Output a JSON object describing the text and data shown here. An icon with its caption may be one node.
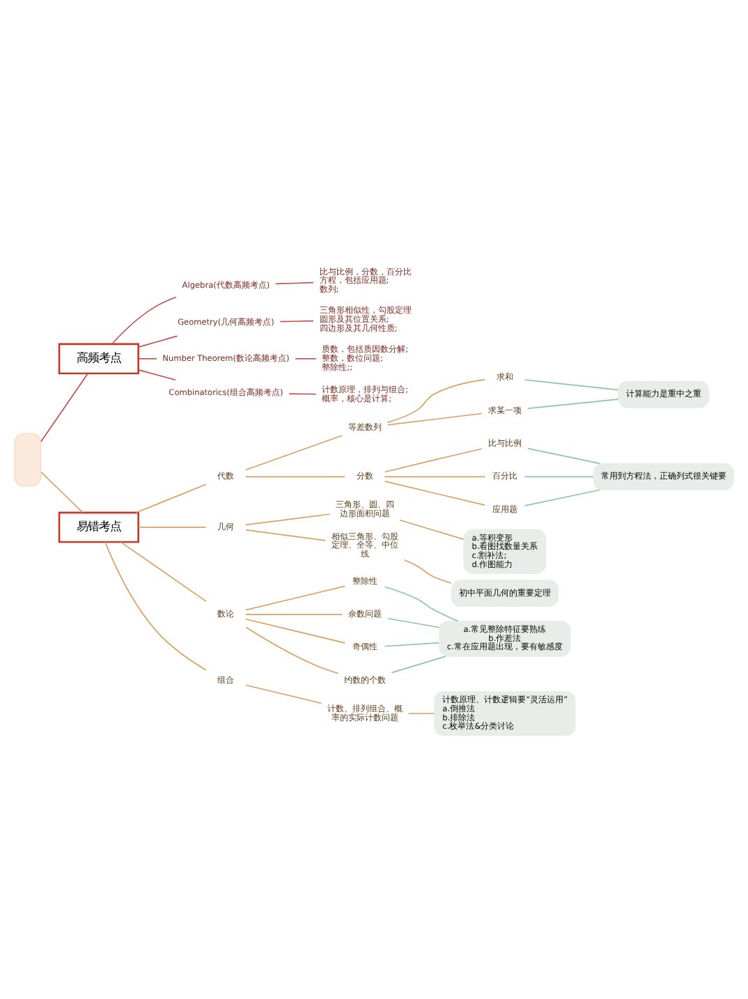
{
  "diagram": {
    "nodes": [
      {
        "text": [],
        "shape": "box"
      },
      {
        "text": [
          "高频考点"
        ]
      },
      {
        "text": [
          "Algebra(代数高频考点)"
        ]
      },
      {
        "text": [
          "比与比例，分数，百分比",
          "方程，包括应用题;",
          "数列;"
        ]
      },
      {
        "text": [
          "Geometry(几何高频考点)"
        ]
      },
      {
        "text": [
          "三角形相似性，勾股定理",
          "圆形及其位置关系;",
          "四边形及其几何性质;"
        ]
      },
      {
        "text": [
          "Number Theorem(数论高频考点)"
        ]
      },
      {
        "text": [
          "质数，包括质因数分解;",
          "整数，数位问题;",
          "整除性;;"
        ]
      },
      {
        "text": [
          "Combinatorics(组合高频考点)"
        ]
      },
      {
        "text": [
          "计数原理，排列与组合;",
          "概率，核心是计算;"
        ]
      },
      {
        "text": [
          "易错考点"
        ]
      },
      {
        "text": [
          "代数"
        ]
      },
      {
        "text": [
          "等差数列"
        ]
      },
      {
        "text": [
          "求和"
        ]
      },
      {
        "text": [
          "求某一项"
        ]
      },
      {
        "text": [
          "计算能力是重中之重"
        ]
      },
      {
        "text": [
          "分数"
        ]
      },
      {
        "text": [
          "比与比例"
        ]
      },
      {
        "text": [
          "百分比"
        ]
      },
      {
        "text": [
          "应用题"
        ]
      },
      {
        "text": [
          "常用到方程法，正确列式很关键要"
        ]
      },
      {
        "text": [
          "几何"
        ]
      },
      {
        "text": [
          "三角形、圆、四边形面积问题"
        ]
      },
      {
        "text": [
          "a.等积变形",
          "b.看图找数量关系",
          "c.割补法;",
          "d.作图能力"
        ]
      },
      {
        "text": [
          "相似三角形、勾股定理、全等、中位线"
        ]
      },
      {
        "text": [
          "初中平面几何的重要定理"
        ]
      },
      {
        "text": [
          "数论"
        ]
      },
      {
        "text": [
          "整除性"
        ]
      },
      {
        "text": [
          "余数问题"
        ]
      },
      {
        "text": [
          "奇偶性"
        ]
      },
      {
        "text": [
          "约数的个数"
        ]
      },
      {
        "text": [
          "a.常见整除特征要熟练",
          "b.作差法",
          "c.常在应用题出现，要有敏感度"
        ]
      },
      {
        "text": [
          "组合"
        ]
      },
      {
        "text": [
          "计数、排列组合、概率的实际计数问题"
        ]
      },
      {
        "text": [
          "计数原理、计数逻辑要“灵活运用”",
          "a.倒推法",
          "b.排除法",
          "c.枚举法&分类讨论"
        ]
      }
    ],
    "edges": [
      {
        "from": 0,
        "to": 1,
        "arrow": "none",
        "color": "#c0504d"
      },
      {
        "from": 0,
        "to": 10,
        "arrow": "none"
      },
      {
        "from": 1,
        "to": 2,
        "arrow": "none",
        "color": "#c0504d"
      },
      {
        "from": 1,
        "to": 4,
        "arrow": "none",
        "color": "#c0504d"
      },
      {
        "from": 1,
        "to": 6,
        "arrow": "none",
        "color": "#c0504d"
      },
      {
        "from": 1,
        "to": 8,
        "arrow": "none",
        "color": "#c0504d"
      },
      {
        "from": 2,
        "to": 3,
        "arrow": "none",
        "color": "#c0504d"
      },
      {
        "from": 4,
        "to": 5,
        "arrow": "none",
        "color": "#c0504d"
      },
      {
        "from": 6,
        "to": 7,
        "arrow": "none",
        "color": "#c0504d"
      },
      {
        "from": 8,
        "to": 9,
        "arrow": "none",
        "color": "#c0504d"
      },
      {
        "from": 10,
        "to": 11,
        "arrow": "none"
      },
      {
        "from": 10,
        "to": 21,
        "arrow": "none"
      },
      {
        "from": 10,
        "to": 26,
        "arrow": "none"
      },
      {
        "from": 10,
        "to": 32,
        "arrow": "none"
      },
      {
        "from": 11,
        "to": 12,
        "arrow": "none"
      },
      {
        "from": 11,
        "to": 16,
        "arrow": "none"
      },
      {
        "from": 12,
        "to": 13,
        "arrow": "none"
      },
      {
        "from": 12,
        "to": 14,
        "arrow": "none"
      },
      {
        "from": 13,
        "to": 15,
        "arrow": "none",
        "color": "#8cc5a5"
      },
      {
        "from": 14,
        "to": 15,
        "arrow": "none",
        "color": "#8cc5a5"
      },
      {
        "from": 16,
        "to": 17,
        "arrow": "none"
      },
      {
        "from": 16,
        "to": 18,
        "arrow": "none"
      },
      {
        "from": 16,
        "to": 19,
        "arrow": "none"
      },
      {
        "from": 17,
        "to": 20,
        "arrow": "none",
        "color": "#8cc5a5"
      },
      {
        "from": 18,
        "to": 20,
        "arrow": "none",
        "color": "#8cc5a5"
      },
      {
        "from": 19,
        "to": 20,
        "arrow": "none",
        "color": "#8cc5a5"
      },
      {
        "from": 21,
        "to": 22,
        "arrow": "none"
      },
      {
        "from": 21,
        "to": 24,
        "arrow": "none"
      },
      {
        "from": 22,
        "to": 23,
        "arrow": "none"
      },
      {
        "from": 24,
        "to": 25,
        "arrow": "none"
      },
      {
        "from": 26,
        "to": 27,
        "arrow": "none"
      },
      {
        "from": 26,
        "to": 28,
        "arrow": "none"
      },
      {
        "from": 26,
        "to": 29,
        "arrow": "none"
      },
      {
        "from": 26,
        "to": 30,
        "arrow": "none"
      },
      {
        "from": 27,
        "to": 31,
        "arrow": "none",
        "color": "#8cc5a5"
      },
      {
        "from": 28,
        "to": 31,
        "arrow": "none",
        "color": "#8cc5a5"
      },
      {
        "from": 29,
        "to": 31,
        "arrow": "none",
        "color": "#8cc5a5"
      },
      {
        "from": 30,
        "to": 31,
        "arrow": "none",
        "color": "#8cc5a5"
      },
      {
        "from": 32,
        "to": 33,
        "arrow": "none"
      },
      {
        "from": 33,
        "to": 34,
        "arrow": "none"
      }
    ]
  }
}
